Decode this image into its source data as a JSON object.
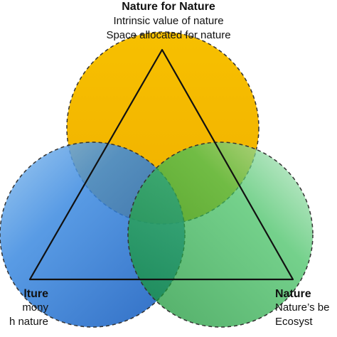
{
  "diagram": {
    "top": {
      "title": "Nature for Nature",
      "lines": [
        "Intrinsic value of nature",
        "Space allocated for nature"
      ],
      "color": "#f5b800"
    },
    "left": {
      "title": "lture",
      "lines": [
        "mony",
        "h nature"
      ],
      "color": "#1f6fd1"
    },
    "right": {
      "title": "Nature",
      "lines": [
        "Nature’s be",
        "Ecosyst"
      ],
      "color": "#19a03a"
    }
  }
}
